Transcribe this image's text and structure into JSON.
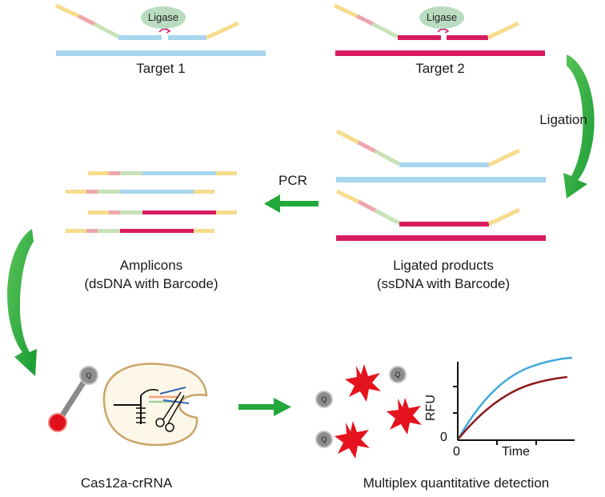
{
  "targets": [
    {
      "label": "Target 1",
      "ligase": "Ligase"
    },
    {
      "label": "Target 2",
      "ligase": "Ligase"
    }
  ],
  "steps": {
    "ligation": "Ligation",
    "pcr": "PCR"
  },
  "ligated_products": {
    "line1": "Ligated products",
    "line2": "(ssDNA with Barcode)"
  },
  "amplicons": {
    "line1": "Amplicons",
    "line2": "(dsDNA with Barcode)"
  },
  "cas": {
    "label": "Cas12a-crRNA",
    "quencher": "Q"
  },
  "detection": {
    "label": "Multiplex quantitative detection",
    "quencher": "Q"
  },
  "plot": {
    "ylabel": "RFU",
    "xlabel": "Time",
    "zero_x": "0",
    "zero_y": "0"
  },
  "colors": {
    "blue": "#a7d5ee",
    "magenta": "#d81b60",
    "yellow": "#f6dc8d",
    "pink": "#eea6ad",
    "green_light": "#c9e2b8",
    "arrow_green": "#23a83b",
    "curve_blue": "#3fa8dc",
    "curve_red": "#8b1a1a"
  }
}
